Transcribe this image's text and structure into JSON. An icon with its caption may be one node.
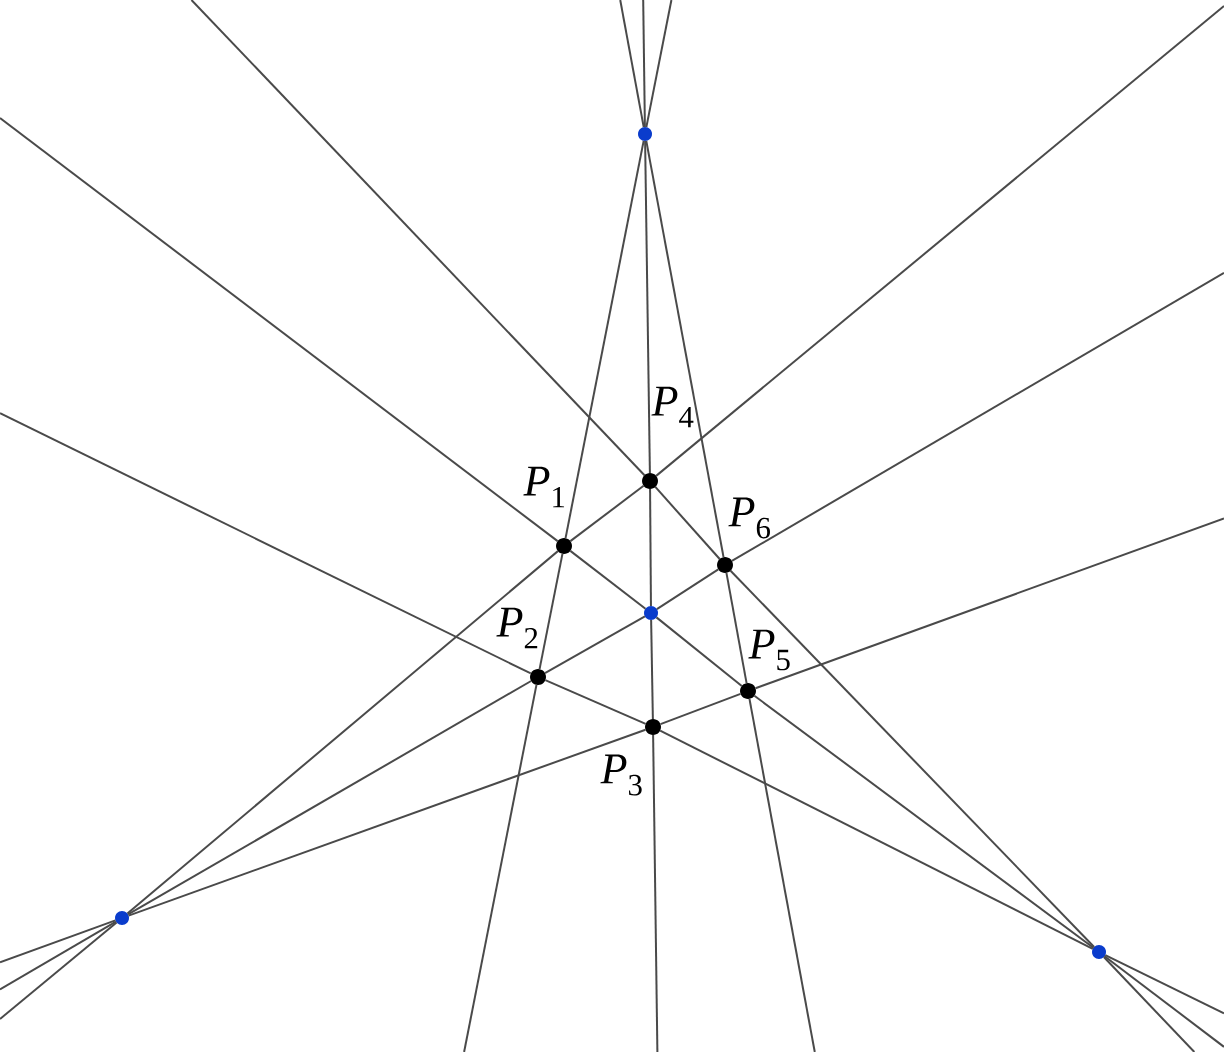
{
  "diagram": {
    "nodes": [
      {
        "text": [
          "*P*$_{1}$"
        ]
      },
      {
        "text": [
          "*P*$_{2}$"
        ]
      },
      {
        "text": [
          "*P*$_{3}$"
        ]
      },
      {
        "text": [
          "*P*$_{4}$"
        ]
      },
      {
        "text": [
          "*P*$_{5}$"
        ]
      },
      {
        "text": [
          "*P*$_{6}$"
        ]
      },
      {
        "text": [],
        "shape": "circle"
      },
      {
        "text": [],
        "shape": "circle"
      },
      {
        "text": [],
        "shape": "circle"
      },
      {
        "text": [],
        "shape": "circle"
      }
    ],
    "edges": [
      {
        "from": 6,
        "to": 0,
        "arrow": "none"
      },
      {
        "from": 0,
        "to": 1,
        "arrow": "none"
      },
      {
        "from": 6,
        "to": null,
        "arrow": "none"
      },
      {
        "from": 1,
        "to": null,
        "arrow": "none"
      },
      {
        "from": 6,
        "to": 3,
        "arrow": "none"
      },
      {
        "from": 3,
        "to": 7,
        "arrow": "none"
      },
      {
        "from": 7,
        "to": 2,
        "arrow": "none"
      },
      {
        "from": 6,
        "to": null,
        "arrow": "none"
      },
      {
        "from": 2,
        "to": null,
        "arrow": "none"
      },
      {
        "from": 6,
        "to": 5,
        "arrow": "none"
      },
      {
        "from": 5,
        "to": 4,
        "arrow": "none"
      },
      {
        "from": 6,
        "to": null,
        "arrow": "none"
      },
      {
        "from": 4,
        "to": null,
        "arrow": "none"
      },
      {
        "from": 8,
        "to": 0,
        "arrow": "none"
      },
      {
        "from": 0,
        "to": 3,
        "arrow": "none"
      },
      {
        "from": 8,
        "to": null,
        "arrow": "none"
      },
      {
        "from": 3,
        "to": null,
        "arrow": "none"
      },
      {
        "from": 8,
        "to": 1,
        "arrow": "none"
      },
      {
        "from": 1,
        "to": 7,
        "arrow": "none"
      },
      {
        "from": 7,
        "to": 5,
        "arrow": "none"
      },
      {
        "from": 8,
        "to": null,
        "arrow": "none"
      },
      {
        "from": 5,
        "to": null,
        "arrow": "none"
      },
      {
        "from": 8,
        "to": 2,
        "arrow": "none"
      },
      {
        "from": 2,
        "to": 4,
        "arrow": "none"
      },
      {
        "from": 8,
        "to": null,
        "arrow": "none"
      },
      {
        "from": 4,
        "to": null,
        "arrow": "none"
      },
      {
        "from": 9,
        "to": 4,
        "arrow": "none"
      },
      {
        "from": 4,
        "to": 7,
        "arrow": "none"
      },
      {
        "from": 7,
        "to": 0,
        "arrow": "none"
      },
      {
        "from": 9,
        "to": null,
        "arrow": "none"
      },
      {
        "from": 0,
        "to": null,
        "arrow": "none"
      },
      {
        "from": 9,
        "to": 5,
        "arrow": "none"
      },
      {
        "from": 5,
        "to": 3,
        "arrow": "none"
      },
      {
        "from": 9,
        "to": null,
        "arrow": "none"
      },
      {
        "from": 3,
        "to": null,
        "arrow": "none"
      },
      {
        "from": 9,
        "to": 2,
        "arrow": "none"
      },
      {
        "from": 2,
        "to": 1,
        "arrow": "none"
      },
      {
        "from": 9,
        "to": null,
        "arrow": "none"
      },
      {
        "from": 1,
        "to": null,
        "arrow": "none"
      }
    ]
  }
}
